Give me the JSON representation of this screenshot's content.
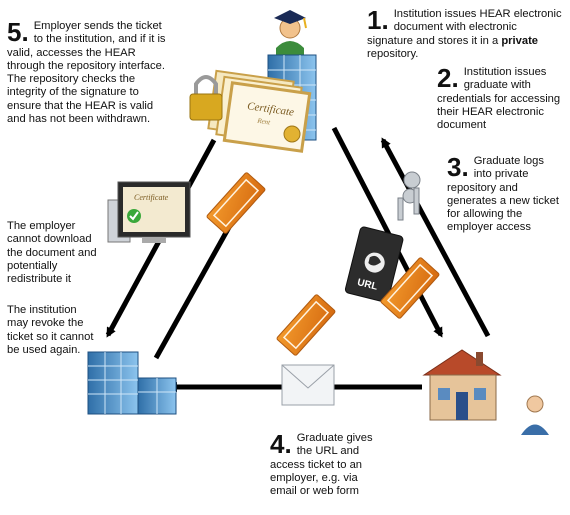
{
  "steps": [
    {
      "num": "1.",
      "text_before": "Institution issues HEAR electronic document with electronic signature and stores it in a ",
      "bold": "private",
      "text_after": " repository."
    },
    {
      "num": "2.",
      "text": "Institution issues graduate with credentials for accessing their HEAR electronic document"
    },
    {
      "num": "3.",
      "text": "Graduate logs into private repository and generates a new ticket for allowing the employer access"
    },
    {
      "num": "4.",
      "text": "Graduate gives the URL and access ticket to an employer, e.g. via email or web form"
    },
    {
      "num": "5.",
      "text": "Employer sends the ticket to the institution, and if it is valid, accesses the HEAR through the repository interface. The repository checks the integrity of the signature to ensure that the HEAR is valid and has not been withdrawn."
    }
  ],
  "notes": {
    "no_redistribute": "The employer cannot download the document and potentially redistribute it",
    "revoke": "The institution may revoke the ticket so it cannot be used again."
  },
  "icons": {
    "certificate_title": "Certificate",
    "certificate_sub": "Rent",
    "monitor_cert_title": "Certificate",
    "url_label": "URL"
  },
  "colors": {
    "ticket": "#e8861c",
    "building": "#4a90c8",
    "roof": "#b84a2a",
    "arrow": "#000000"
  }
}
